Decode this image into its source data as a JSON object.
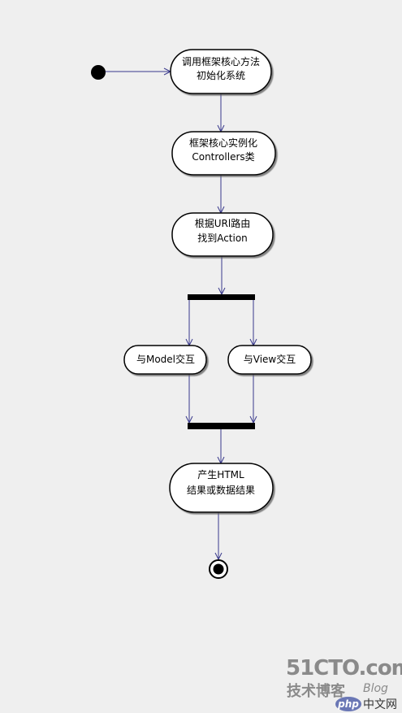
{
  "diagram": {
    "nodes": [
      {
        "id": "init",
        "line1": "调用框架核心方法",
        "line2": "初始化系统"
      },
      {
        "id": "instantiate",
        "line1": "框架核心实例化",
        "line2": "Controllers类"
      },
      {
        "id": "route",
        "line1": "根据URl路由",
        "line2": "找到Action"
      },
      {
        "id": "model",
        "line1": "与Model交互",
        "line2": ""
      },
      {
        "id": "view",
        "line1": "与View交互",
        "line2": ""
      },
      {
        "id": "result",
        "line1": "产生HTML",
        "line2": "结果或数据结果"
      }
    ]
  },
  "watermark": {
    "site": "51CTO.com",
    "subtitle": "技术博客",
    "blog": "Blog",
    "php_logo": "php",
    "php_site": "中文网"
  },
  "colors": {
    "background": "#efefef",
    "node_fill": "#ffffff",
    "edge": "#3a3a8c",
    "bar": "#000000"
  }
}
